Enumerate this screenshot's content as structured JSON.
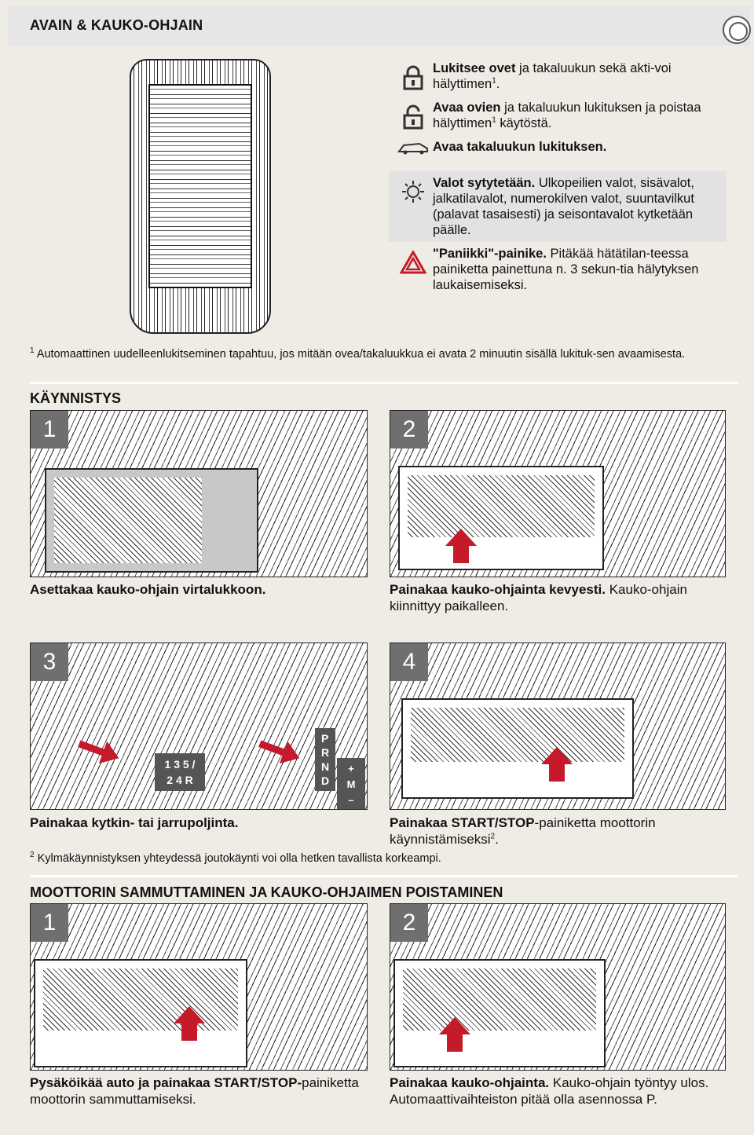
{
  "header": {
    "title": "AVAIN & KAUKO-OHJAIN",
    "icon": "steering-wheel-icon"
  },
  "functions": [
    {
      "icon": "lock-closed-icon",
      "shaded": false,
      "bold": "Lukitsee ovet",
      "rest": " ja takaluukun sekä akti-voi hälyttimen",
      "sup": "1",
      "tail": "."
    },
    {
      "icon": "lock-open-icon",
      "shaded": false,
      "bold": "Avaa ovien",
      "rest": " ja takaluukun lukituksen ja poistaa hälyttimen",
      "sup": "1",
      "tail": " käytöstä."
    },
    {
      "icon": "car-trunk-icon",
      "shaded": false,
      "bold": "Avaa takaluukun lukituksen.",
      "rest": "",
      "sup": "",
      "tail": ""
    },
    {
      "icon": "light-icon",
      "shaded": true,
      "bold": "Valot sytytetään.",
      "rest": " Ulkopeilien valot, sisävalot, jalkatilavalot, numerokilven valot, suuntavilkut (palavat tasaisesti) ja seisontavalot kytketään päälle.",
      "sup": "",
      "tail": ""
    },
    {
      "icon": "panic-triangle-icon",
      "shaded": false,
      "bold": "\"Paniikki\"-painike.",
      "rest": " Pitäkää hätätilan-teessa painiketta painettuna n. 3 sekun-tia hälytyksen laukaisemiseksi.",
      "sup": "",
      "tail": ""
    }
  ],
  "footnote1": {
    "sup": "1",
    "text": " Automaattinen uudelleenlukitseminen tapahtuu, jos mitään ovea/takaluukkua ei avata 2 minuutin sisällä lukituk-sen avaamisesta."
  },
  "start": {
    "title": "KÄYNNISTYS",
    "steps": [
      {
        "num": "1",
        "bold": "Asettakaa kauko-ohjain virtalukkoon.",
        "rest": ""
      },
      {
        "num": "2",
        "bold": "Painakaa kauko-ohjainta kevyesti.",
        "rest": " Kauko-ohjain kiinnittyy paikalleen."
      },
      {
        "num": "3",
        "bold": "Painakaa kytkin- tai jarrupoljinta.",
        "rest": ""
      },
      {
        "num": "4",
        "bold": "Painakaa START/STOP",
        "rest": "-painiketta moottorin käynnistämiseksi",
        "sup": "2",
        "tail": "."
      }
    ],
    "manual_gears": "1 3 5 / 2 4 R",
    "auto_gears": "P R N D",
    "auto_mode": "+ M –"
  },
  "footnote2": {
    "sup": "2",
    "text": " Kylmäkäynnistyksen yhteydessä joutokäynti voi olla hetken tavallista korkeampi."
  },
  "stop": {
    "title": "MOOTTORIN SAMMUTTAMINEN JA KAUKO-OHJAIMEN POISTAMINEN",
    "steps": [
      {
        "num": "1",
        "bold": "Pysäköikää auto ja painakaa START/STOP-",
        "rest": "painiketta moottorin sammuttamiseksi."
      },
      {
        "num": "2",
        "bold": "Painakaa kauko-ohjainta.",
        "rest": " Kauko-ohjain työntyy ulos. Automaattivaihteiston pitää olla asennossa P."
      }
    ]
  },
  "colors": {
    "accent_red": "#c41a2a",
    "badge_gray": "#6f6f6f",
    "header_bg": "#e6e6e6"
  }
}
